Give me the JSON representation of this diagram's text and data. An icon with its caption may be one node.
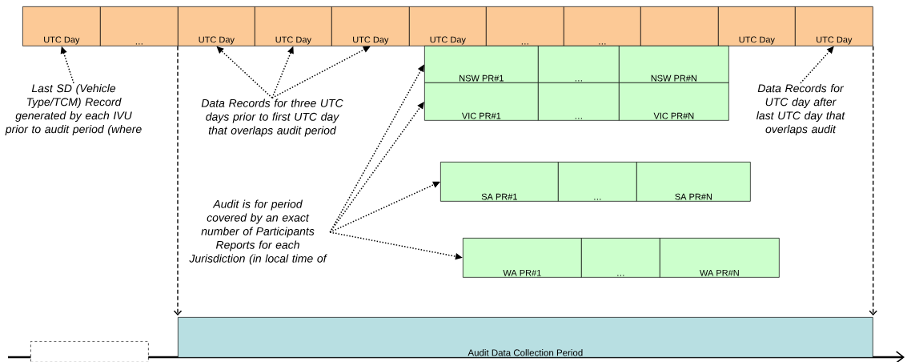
{
  "diagram": {
    "nodes": [
      {
        "text": [
          "UTC Day"
        ]
      },
      {
        "text": [
          "…"
        ]
      },
      {
        "text": [
          "UTC Day"
        ]
      },
      {
        "text": [
          "UTC Day"
        ]
      },
      {
        "text": [
          "UTC Day"
        ]
      },
      {
        "text": [
          "UTC Day"
        ]
      },
      {
        "text": [
          "…"
        ]
      },
      {
        "text": [
          "…"
        ]
      },
      {
        "text": [],
        "shape": "box"
      },
      {
        "text": [
          "UTC Day"
        ]
      },
      {
        "text": [
          "UTC Day"
        ]
      },
      {
        "text": [
          "Last SD (Vehicle Type/TCM) Record generated by each IVU prior to audit period (where"
        ]
      },
      {
        "text": [
          "Data Records for three UTC days prior to first UTC day that overlaps audit period"
        ]
      },
      {
        "text": [
          "NSW PR#1"
        ]
      },
      {
        "text": [
          "…"
        ]
      },
      {
        "text": [
          "NSW PR#N"
        ]
      },
      {
        "text": [
          "VIC PR#1"
        ]
      },
      {
        "text": [
          "…"
        ]
      },
      {
        "text": [
          "VIC PR#N"
        ]
      },
      {
        "text": [
          "Data Records for UTC day after last UTC day that overlaps audit"
        ]
      },
      {
        "text": [
          "SA PR#1"
        ]
      },
      {
        "text": [
          "…"
        ]
      },
      {
        "text": [
          "SA PR#N"
        ]
      },
      {
        "text": [
          "Audit is for period covered by an exact number of Participants Reports for each Jurisdiction (in local time of"
        ]
      },
      {
        "text": [
          "WA PR#1"
        ]
      },
      {
        "text": [
          "…"
        ]
      },
      {
        "text": [
          "WA PR#N"
        ]
      },
      {
        "text": [
          "Audit Data Collection Period"
        ]
      },
      {
        "text": [],
        "shape": "box"
      }
    ],
    "edges": [
      {
        "from": 11,
        "to": 0,
        "arrow": "to"
      },
      {
        "from": 12,
        "to": 2,
        "arrow": "to"
      },
      {
        "from": 12,
        "to": 3,
        "arrow": "to"
      },
      {
        "from": 12,
        "to": 4,
        "arrow": "to"
      },
      {
        "from": 19,
        "to": 10,
        "arrow": "to"
      },
      {
        "from": 23,
        "to": 13,
        "arrow": "to"
      },
      {
        "from": 23,
        "to": 16,
        "arrow": "to"
      },
      {
        "from": 23,
        "to": 20,
        "arrow": "to"
      },
      {
        "from": 23,
        "to": 24,
        "arrow": "to"
      },
      {
        "from": 2,
        "to": 27,
        "arrow": "to",
        "style": "dashed"
      },
      {
        "from": 10,
        "to": 27,
        "arrow": "to",
        "style": "dashed"
      }
    ]
  }
}
